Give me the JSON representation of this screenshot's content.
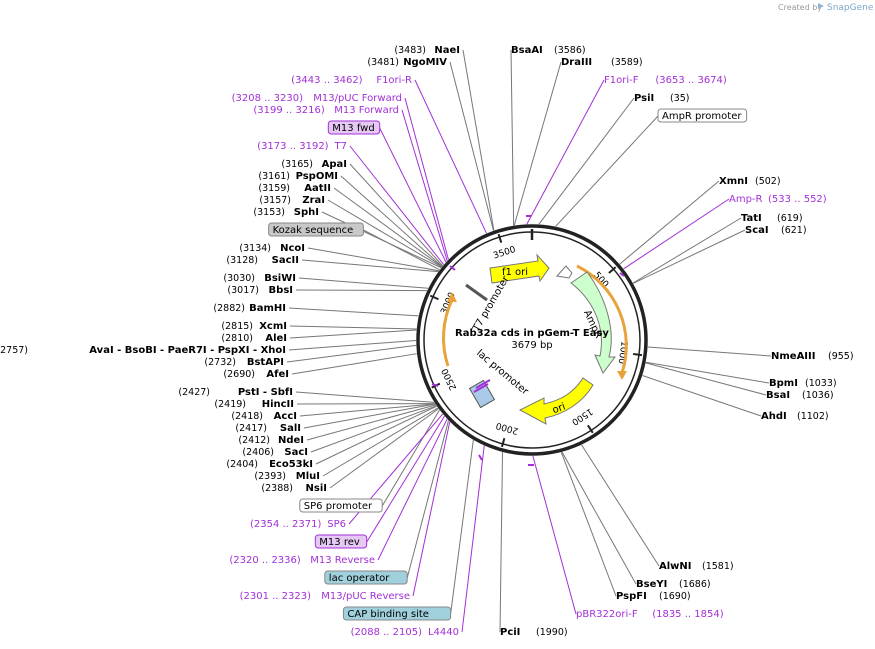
{
  "branding": {
    "created_by": "Created by",
    "app_name": "SnapGene"
  },
  "plasmid": {
    "name": "Rab32a cds in pGem-T Easy",
    "length_label": "3679 bp",
    "length": 3679
  },
  "ring_ticks": [
    "500",
    "1000",
    "1500",
    "2000",
    "2500",
    "3000",
    "3500"
  ],
  "features": [
    {
      "name": "f1 ori",
      "color": "#ffff00"
    },
    {
      "name": "AmpR",
      "color": "#ccffcc"
    },
    {
      "name": "ori",
      "color": "#ffff00"
    },
    {
      "name": "T7 promoter",
      "color": "#ffffff"
    },
    {
      "name": "lac promoter",
      "color": "#ffffff"
    }
  ],
  "right_labels": [
    {
      "num": "(3586)",
      "name": "BsaAI",
      "kind": "site"
    },
    {
      "num": "(3589)",
      "name": "DraIII",
      "kind": "site"
    },
    {
      "num": "(3653 .. 3674)",
      "name": "F1ori-F",
      "kind": "primer"
    },
    {
      "num": "(35)",
      "name": "PsiI",
      "kind": "site"
    },
    {
      "num": "",
      "name": "AmpR promoter",
      "kind": "box"
    },
    {
      "num": "(502)",
      "name": "XmnI",
      "kind": "site"
    },
    {
      "num": "(533 .. 552)",
      "name": "Amp-R",
      "kind": "primer"
    },
    {
      "num": "(619)",
      "name": "TatI",
      "kind": "site"
    },
    {
      "num": "(621)",
      "name": "ScaI",
      "kind": "site"
    },
    {
      "num": "(955)",
      "name": "NmeAIII",
      "kind": "site"
    },
    {
      "num": "(1033)",
      "name": "BpmI",
      "kind": "site"
    },
    {
      "num": "(1036)",
      "name": "BsaI",
      "kind": "site"
    },
    {
      "num": "(1102)",
      "name": "AhdI",
      "kind": "site"
    },
    {
      "num": "(1581)",
      "name": "AlwNI",
      "kind": "site"
    },
    {
      "num": "(1686)",
      "name": "BseYI",
      "kind": "site"
    },
    {
      "num": "(1690)",
      "name": "PspFI",
      "kind": "site"
    },
    {
      "num": "(1835 .. 1854)",
      "name": "pBR322ori-F",
      "kind": "primer"
    },
    {
      "num": "(1990)",
      "name": "PciI",
      "kind": "site"
    }
  ],
  "left_labels": [
    {
      "num": "(3483)",
      "name": "NaeI",
      "kind": "site"
    },
    {
      "num": "(3481)",
      "name": "NgoMIV",
      "kind": "site"
    },
    {
      "num": "(3443 .. 3462)",
      "name": "F1ori-R",
      "kind": "primer"
    },
    {
      "num": "(3208 .. 3230)",
      "name": "M13/pUC Forward",
      "kind": "primer"
    },
    {
      "num": "(3199 .. 3216)",
      "name": "M13 Forward",
      "kind": "primer"
    },
    {
      "num": "",
      "name": "M13 fwd",
      "kind": "box-primer"
    },
    {
      "num": "(3173 .. 3192)",
      "name": "T7",
      "kind": "primer"
    },
    {
      "num": "(3165)",
      "name": "ApaI",
      "kind": "site"
    },
    {
      "num": "(3161)",
      "name": "PspOMI",
      "kind": "site"
    },
    {
      "num": "(3159)",
      "name": "AatII",
      "kind": "site"
    },
    {
      "num": "(3157)",
      "name": "ZraI",
      "kind": "site"
    },
    {
      "num": "(3153)",
      "name": "SphI",
      "kind": "site"
    },
    {
      "num": "",
      "name": "Kozak sequence",
      "kind": "box-gray"
    },
    {
      "num": "(3134)",
      "name": "NcoI",
      "kind": "site"
    },
    {
      "num": "(3128)",
      "name": "SacII",
      "kind": "site"
    },
    {
      "num": "(3030)",
      "name": "BsiWI",
      "kind": "site"
    },
    {
      "num": "(3017)",
      "name": "BbsI",
      "kind": "site"
    },
    {
      "num": "(2882)",
      "name": "BamHI",
      "kind": "site"
    },
    {
      "num": "(2815)",
      "name": "XcmI",
      "kind": "site"
    },
    {
      "num": "(2810)",
      "name": "AleI",
      "kind": "site"
    },
    {
      "num": "(2757)",
      "name": "AvaI - BsoBI - PaeR7I - PspXI - XhoI",
      "kind": "site"
    },
    {
      "num": "(2732)",
      "name": "BstAPI",
      "kind": "site"
    },
    {
      "num": "(2690)",
      "name": "AfeI",
      "kind": "site"
    },
    {
      "num": "(2427)",
      "name": "PstI - SbfI",
      "kind": "site"
    },
    {
      "num": "(2419)",
      "name": "HincII",
      "kind": "site"
    },
    {
      "num": "(2418)",
      "name": "AccI",
      "kind": "site"
    },
    {
      "num": "(2417)",
      "name": "SalI",
      "kind": "site"
    },
    {
      "num": "(2412)",
      "name": "NdeI",
      "kind": "site"
    },
    {
      "num": "(2406)",
      "name": "SacI",
      "kind": "site"
    },
    {
      "num": "(2404)",
      "name": "Eco53kI",
      "kind": "site"
    },
    {
      "num": "(2393)",
      "name": "MluI",
      "kind": "site"
    },
    {
      "num": "(2388)",
      "name": "NsiI",
      "kind": "site"
    },
    {
      "num": "",
      "name": "SP6 promoter",
      "kind": "box"
    },
    {
      "num": "(2354 .. 2371)",
      "name": "SP6",
      "kind": "primer"
    },
    {
      "num": "",
      "name": "M13 rev",
      "kind": "box-primer"
    },
    {
      "num": "(2320 .. 2336)",
      "name": "M13 Reverse",
      "kind": "primer"
    },
    {
      "num": "",
      "name": "lac operator",
      "kind": "box-blue"
    },
    {
      "num": "(2301 .. 2323)",
      "name": "M13/pUC Reverse",
      "kind": "primer"
    },
    {
      "num": "",
      "name": "CAP binding site",
      "kind": "box-blue"
    },
    {
      "num": "(2088 .. 2105)",
      "name": "L4440",
      "kind": "primer"
    }
  ]
}
